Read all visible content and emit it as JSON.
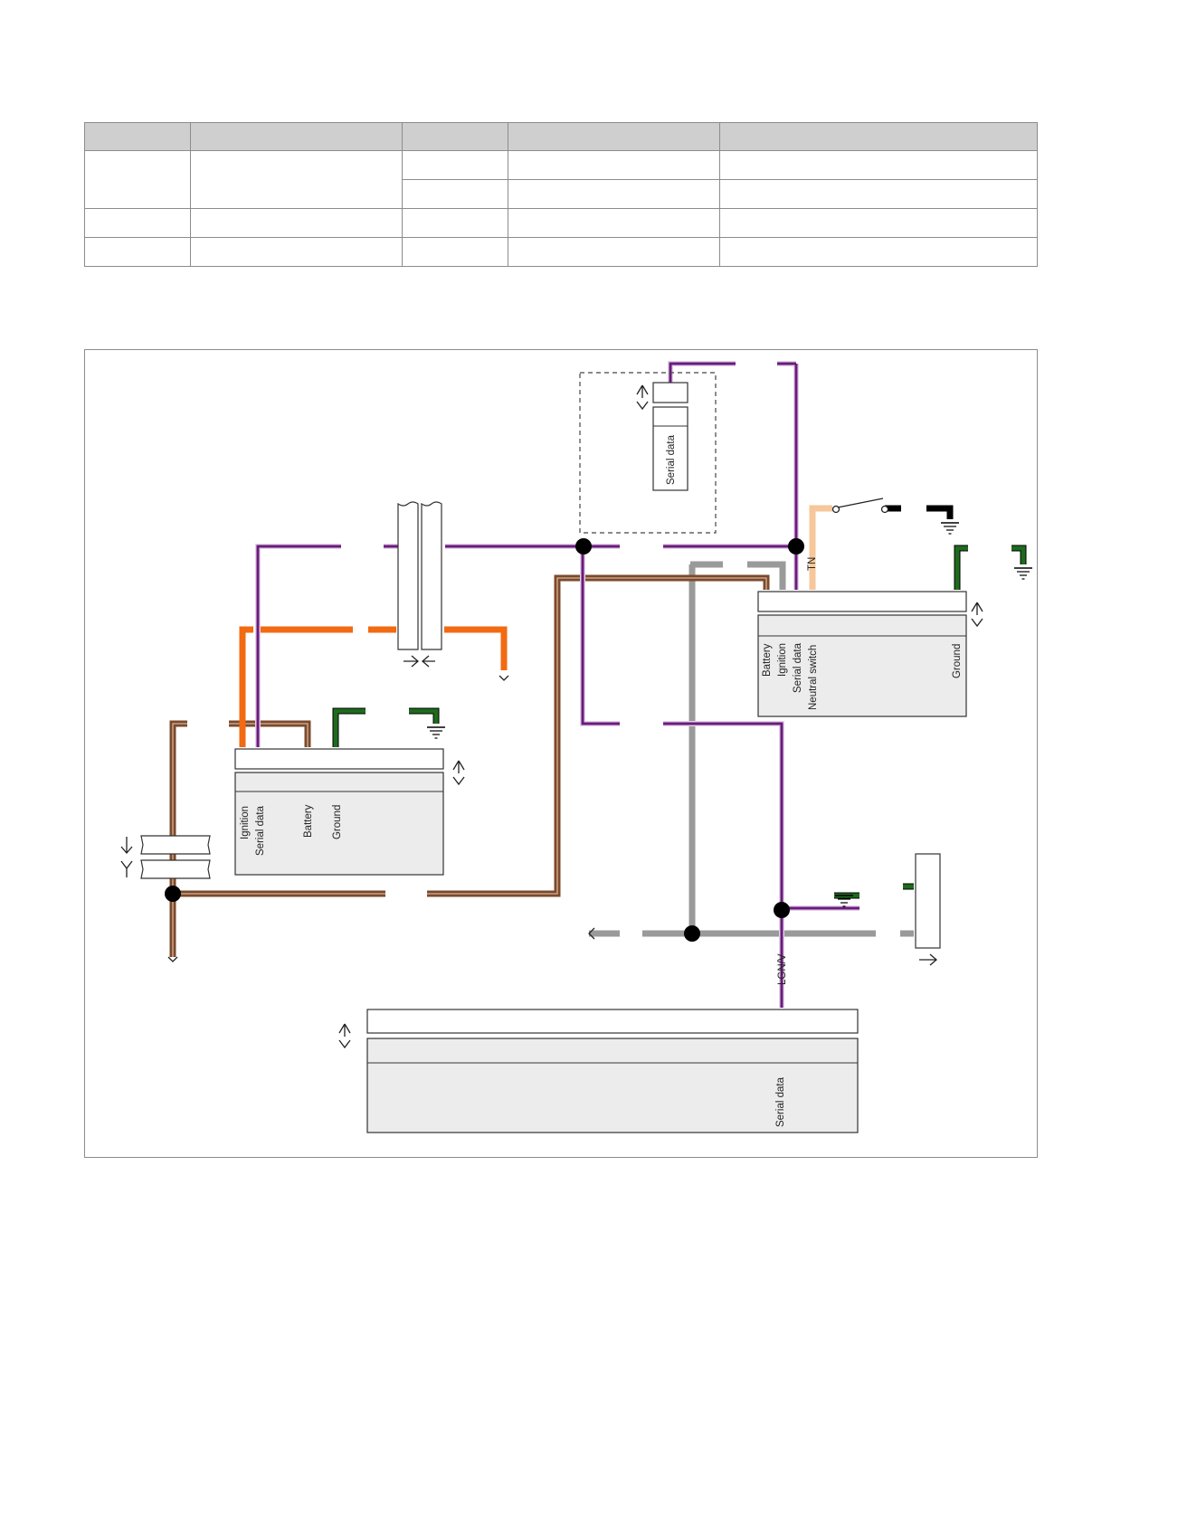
{
  "table": {
    "headers": [
      "",
      "",
      "",
      "",
      ""
    ],
    "rows": [
      [
        "",
        "",
        "",
        "",
        ""
      ],
      [
        "",
        "",
        ""
      ],
      [
        "",
        "",
        "",
        "",
        ""
      ],
      [
        "",
        "",
        "",
        "",
        ""
      ]
    ]
  },
  "diagram": {
    "wire_colors": {
      "purple": "#6a1b7a",
      "brown": "#7b4a2c",
      "orange": "#f26a12",
      "gray": "#9a9a9a",
      "green": "#1e6b1e",
      "black": "#000000",
      "tan": "#f6c79a"
    },
    "modules": {
      "top_module_pin": "Serial data",
      "right_module_pins": [
        "Battery",
        "Ignition",
        "Serial data",
        "Neutral switch",
        "Ground"
      ],
      "left_module_pins": [
        "Ignition",
        "Serial data",
        "Battery",
        "Ground"
      ],
      "bottom_module_pin": "Serial data"
    },
    "wire_labels": {
      "tn": "TN",
      "lgnv": "LGN/V"
    }
  }
}
